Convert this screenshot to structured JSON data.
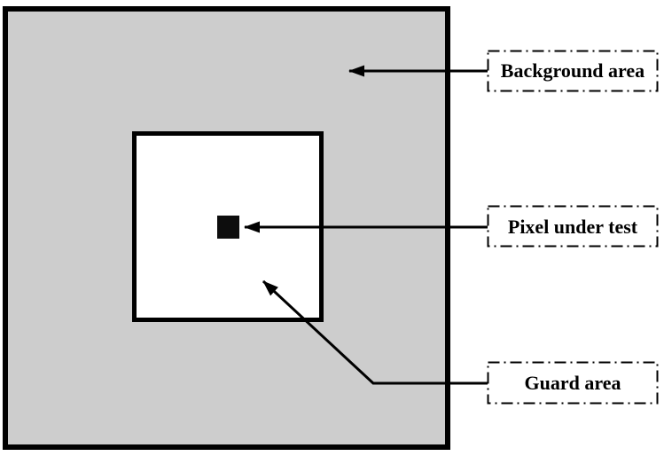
{
  "figure": {
    "type": "annotated-diagram",
    "labels": {
      "background_area": "Background area",
      "pixel_under_test": "Pixel under test",
      "guard_area": "Guard area"
    },
    "colors": {
      "background_area_fill": "#cdcdcd",
      "guard_area_fill": "#ffffff",
      "pixel_fill": "#0d0d0d",
      "outline": "#000000",
      "canvas": "#ffffff"
    }
  }
}
